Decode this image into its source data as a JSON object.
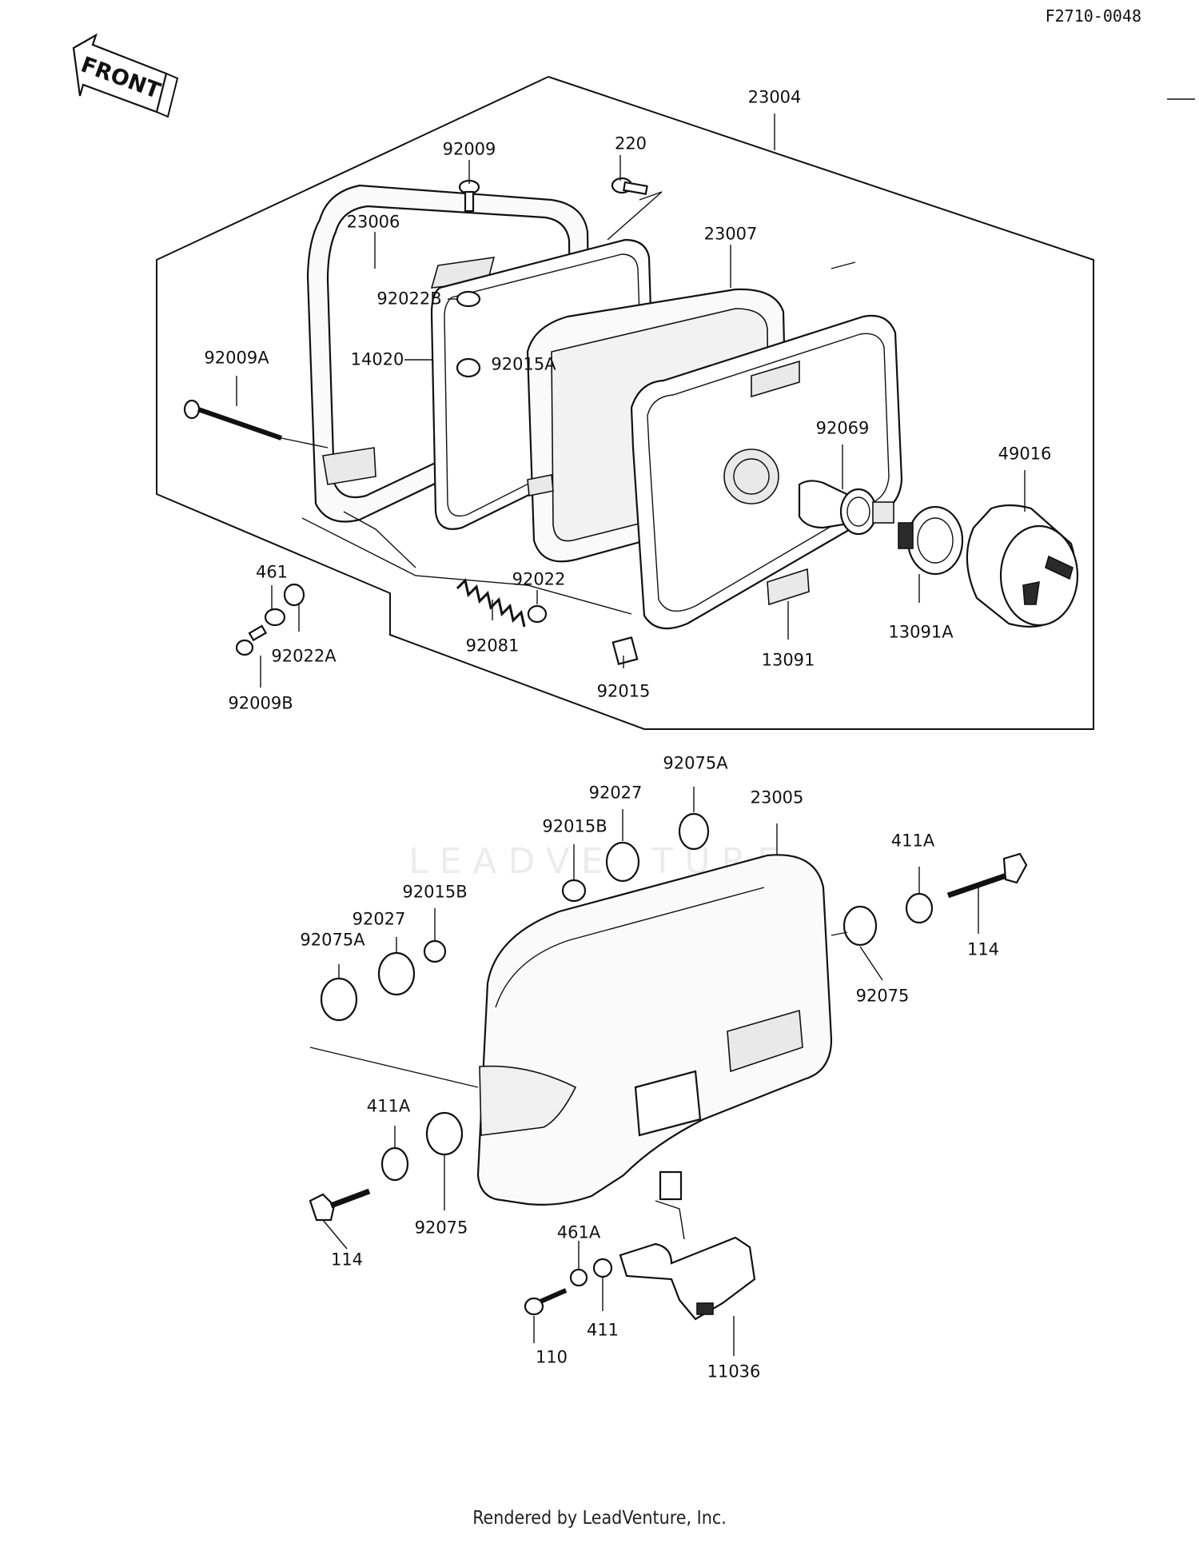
{
  "diagram_code": "F2710-0048",
  "front_label": "FRONT",
  "watermark": "LEADVENTURE",
  "footer": "Rendered by LeadVenture, Inc.",
  "parts": [
    {
      "id": "p23004",
      "label": "23004"
    },
    {
      "id": "p92009",
      "label": "92009"
    },
    {
      "id": "p220",
      "label": "220"
    },
    {
      "id": "p23006",
      "label": "23006"
    },
    {
      "id": "p23007",
      "label": "23007"
    },
    {
      "id": "p92022B",
      "label": "92022B"
    },
    {
      "id": "p92009A",
      "label": "92009A"
    },
    {
      "id": "p14020",
      "label": "14020"
    },
    {
      "id": "p92015A",
      "label": "92015A"
    },
    {
      "id": "p92069",
      "label": "92069"
    },
    {
      "id": "p49016",
      "label": "49016"
    },
    {
      "id": "p461",
      "label": "461"
    },
    {
      "id": "p92022",
      "label": "92022"
    },
    {
      "id": "p92022A",
      "label": "92022A"
    },
    {
      "id": "p92081",
      "label": "92081"
    },
    {
      "id": "p13091A",
      "label": "13091A"
    },
    {
      "id": "p13091",
      "label": "13091"
    },
    {
      "id": "p92009B",
      "label": "92009B"
    },
    {
      "id": "p92015",
      "label": "92015"
    },
    {
      "id": "p92075A_top",
      "label": "92075A"
    },
    {
      "id": "p92027_top",
      "label": "92027"
    },
    {
      "id": "p23005",
      "label": "23005"
    },
    {
      "id": "p92015B_top",
      "label": "92015B"
    },
    {
      "id": "p411A_right",
      "label": "411A"
    },
    {
      "id": "p92015B_left",
      "label": "92015B"
    },
    {
      "id": "p92027_left",
      "label": "92027"
    },
    {
      "id": "p92075A_left",
      "label": "92075A"
    },
    {
      "id": "p114_right",
      "label": "114"
    },
    {
      "id": "p92075_right",
      "label": "92075"
    },
    {
      "id": "p411A_left",
      "label": "411A"
    },
    {
      "id": "p114_left",
      "label": "114"
    },
    {
      "id": "p92075_left",
      "label": "92075"
    },
    {
      "id": "p461A",
      "label": "461A"
    },
    {
      "id": "p411",
      "label": "411"
    },
    {
      "id": "p110",
      "label": "110"
    },
    {
      "id": "p11036",
      "label": "11036"
    }
  ]
}
